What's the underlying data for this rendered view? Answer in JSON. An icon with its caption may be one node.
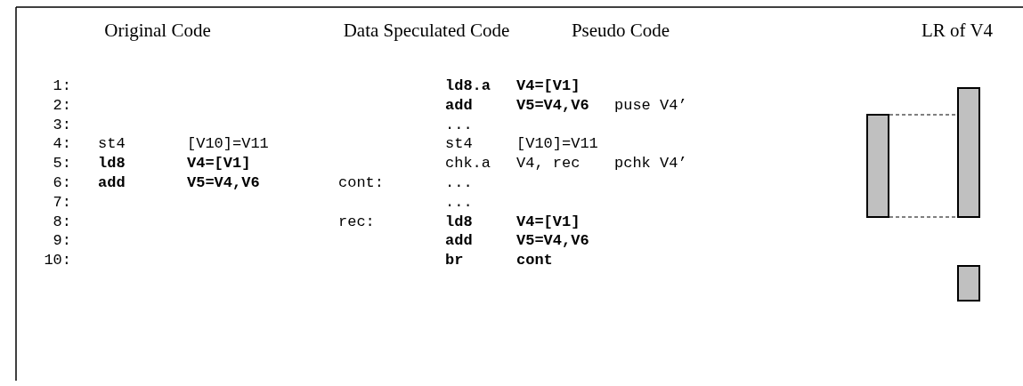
{
  "diagram": {
    "nodes": [
      {
        "text": [],
        "shape": "bar"
      },
      {
        "text": [],
        "shape": "bar"
      },
      {
        "text": [],
        "shape": "bar"
      }
    ],
    "edges": [
      {
        "from": 0,
        "to": 1,
        "arrow": "none",
        "style": "dashed"
      },
      {
        "from": 0,
        "to": 1,
        "arrow": "none",
        "style": "dashed"
      }
    ],
    "labels": [
      "Original Code",
      "Data Speculated Code",
      "Pseudo Code",
      "LR of V4",
      "1:",
      "ld8.a",
      "V4=[V1]",
      "2:",
      "add",
      "V5=V4,V6",
      "puse V4’",
      "3:",
      "...",
      "4:",
      "st4",
      "[V10]=V11",
      "st4",
      "[V10]=V11",
      "5:",
      "ld8",
      "V4=[V1]",
      "chk.a",
      "V4, rec",
      "pchk V4’",
      "6:",
      "add",
      "V5=V4,V6",
      "cont:",
      "...",
      "7:",
      "...",
      "8:",
      "rec:",
      "ld8",
      "V4=[V1]",
      "9:",
      "add",
      "V5=V4,V6",
      "10:",
      "br",
      "cont"
    ]
  }
}
